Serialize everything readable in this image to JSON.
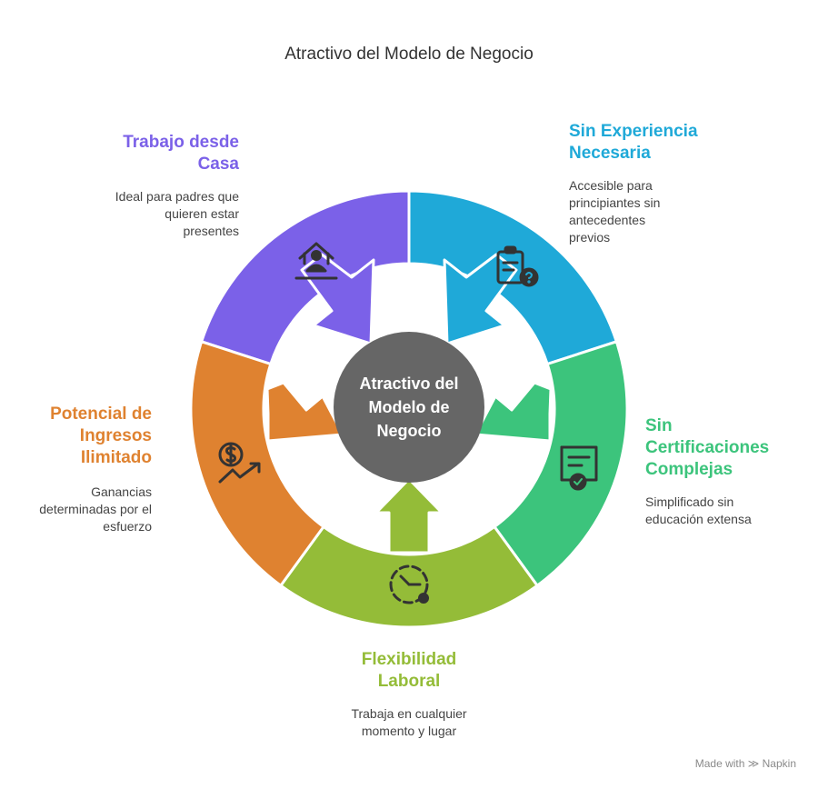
{
  "title": "Atractivo del Modelo de Negocio",
  "center": {
    "label": "Atractivo del Modelo de Negocio",
    "color": "#666666"
  },
  "segments": [
    {
      "heading": "Trabajo desde Casa",
      "description": "Ideal para padres que quieren estar presentes",
      "color": "#7b61e8",
      "icon": "home-worker-icon"
    },
    {
      "heading": "Sin Experiencia Necesaria",
      "description": "Accesible para principiantes sin antecedentes previos",
      "color": "#1fa9d8",
      "icon": "clipboard-question-icon"
    },
    {
      "heading": "Sin Certificaciones Complejas",
      "description": "Simplificado sin educación extensa",
      "color": "#3cc47c",
      "icon": "certificate-check-icon"
    },
    {
      "heading": "Flexibilidad Laboral",
      "description": "Trabaja en cualquier momento y lugar",
      "color": "#94bc38",
      "icon": "clock-dashed-icon"
    },
    {
      "heading": "Potencial de Ingresos Ilimitado",
      "description": "Ganancias determinadas por el esfuerzo",
      "color": "#df8230",
      "icon": "money-growth-icon"
    }
  ],
  "credit": "Made with ≫ Napkin"
}
